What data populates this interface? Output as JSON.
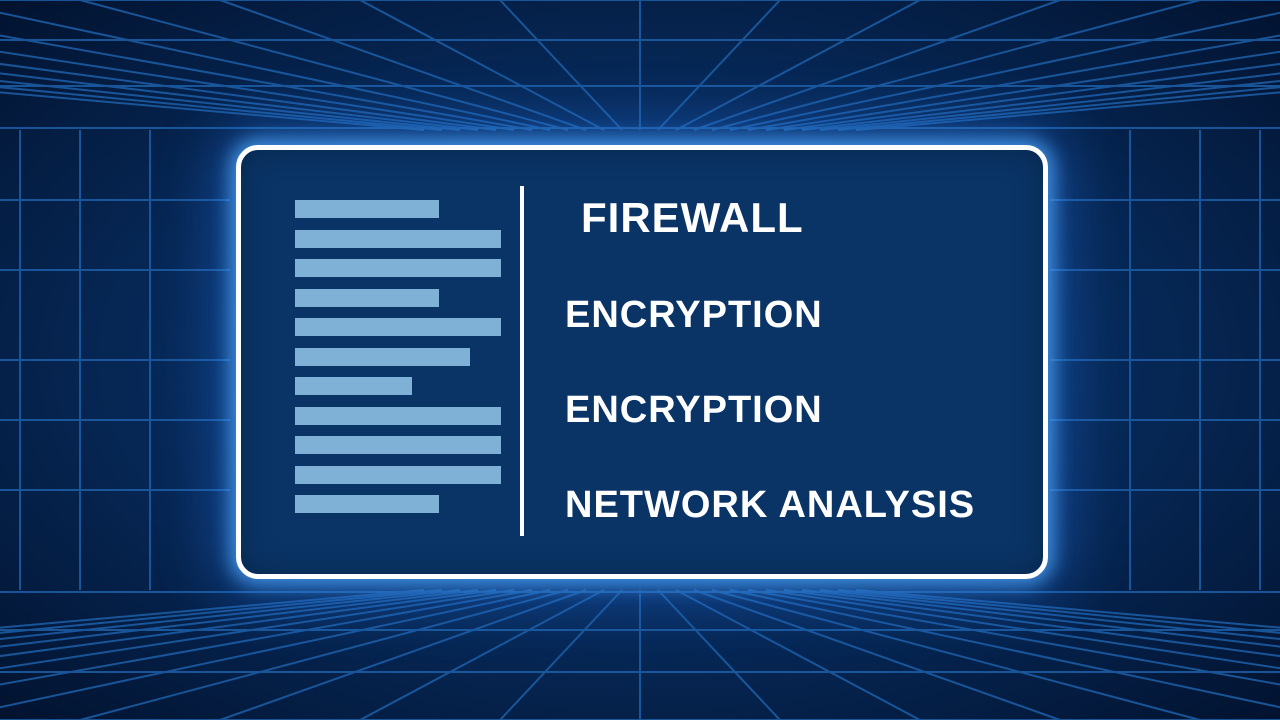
{
  "colors": {
    "background": "#041a3a",
    "panel_fill": "#0a3466",
    "panel_border": "#ffffff",
    "bars": "#7fb0d6",
    "grid_lines": "#1d5fa8",
    "glow": "#50aaff"
  },
  "panel": {
    "bars_icon": "document-lines-icon",
    "bar_levels": [
      0.7,
      1.0,
      1.0,
      0.7,
      1.0,
      0.85,
      0.57,
      1.0,
      1.0,
      1.0,
      0.7
    ],
    "items": [
      {
        "label": "FIREWALL"
      },
      {
        "label": "ENCRYPTION"
      },
      {
        "label": "ENCRYPTION"
      },
      {
        "label": "NETWORK ANALYSIS"
      }
    ]
  }
}
